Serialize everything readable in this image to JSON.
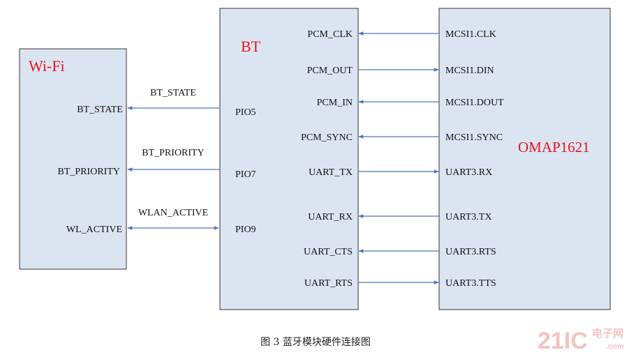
{
  "blocks": {
    "wifi": {
      "title": "Wi-Fi",
      "pins": [
        "BT_STATE",
        "BT_PRIORITY",
        "WL_ACTIVE"
      ]
    },
    "bt": {
      "title": "BT",
      "pio_pins": [
        "PIO5",
        "PIO7",
        "PIO9"
      ],
      "pins": [
        "PCM_CLK",
        "PCM_OUT",
        "PCM_IN",
        "PCM_SYNC",
        "UART_TX",
        "UART_RX",
        "UART_CTS",
        "UART_RTS"
      ]
    },
    "omap": {
      "title": "OMAP1621",
      "pins": [
        "MCSI1.CLK",
        "MCSI1.DIN",
        "MCSI1.DOUT",
        "MCSI1.SYNC",
        "UART3.RX",
        "UART3.TX",
        "UART3.RTS",
        "UART3.TTS"
      ]
    }
  },
  "links": {
    "wifi_bt": [
      {
        "label": "BT_STATE",
        "direction": "bt-to-wifi"
      },
      {
        "label": "BT_PRIORITY",
        "direction": "bt-to-wifi"
      },
      {
        "label": "WLAN_ACTIVE",
        "direction": "bidirectional"
      }
    ],
    "bt_omap_directions": [
      "omap-to-bt",
      "bt-to-omap",
      "omap-to-bt",
      "omap-to-bt",
      "bt-to-omap",
      "omap-to-bt",
      "omap-to-bt",
      "bt-to-omap"
    ]
  },
  "caption": "图 3  蓝牙模块硬件连接图",
  "watermark": {
    "brand": "21IC",
    "sub": "电子网",
    "url": ".com"
  },
  "colors": {
    "block_fill": "#dbe5f1",
    "title_red": "#e8141d",
    "arrow_blue": "#4a78b8"
  }
}
